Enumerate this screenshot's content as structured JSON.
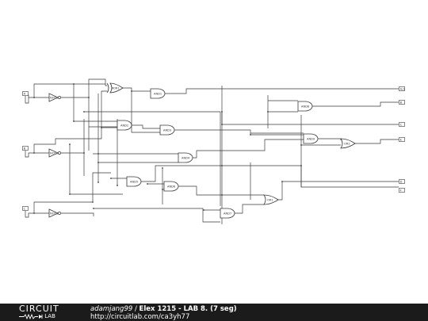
{
  "diagram": {
    "inputs": [
      {
        "id": "A",
        "label": "A"
      },
      {
        "id": "B",
        "label": "B"
      },
      {
        "id": "C",
        "label": "C"
      }
    ],
    "gates": [
      {
        "id": "NOT1",
        "type": "not",
        "label": "NOT1"
      },
      {
        "id": "NOT2",
        "type": "not",
        "label": "NOT2"
      },
      {
        "id": "NOT3",
        "type": "not",
        "label": "NOT3"
      },
      {
        "id": "XOR1",
        "type": "xor",
        "label": "XOR1"
      },
      {
        "id": "AND1",
        "type": "and",
        "label": "AND1"
      },
      {
        "id": "AND2",
        "type": "and",
        "label": "AND2"
      },
      {
        "id": "AND3",
        "type": "and",
        "label": "AND3"
      },
      {
        "id": "AND4",
        "type": "and",
        "label": "AND4"
      },
      {
        "id": "AND5",
        "type": "and",
        "label": "AND5"
      },
      {
        "id": "AND6",
        "type": "and",
        "label": "AND6"
      },
      {
        "id": "AND7",
        "type": "and",
        "label": "AND7"
      },
      {
        "id": "AND8",
        "type": "and",
        "label": "AND8"
      },
      {
        "id": "AND9",
        "type": "and",
        "label": "AND9"
      },
      {
        "id": "OR1",
        "type": "or",
        "label": "OR1"
      },
      {
        "id": "OR2",
        "type": "or",
        "label": "OR2"
      }
    ],
    "outputs": [
      {
        "id": "o1",
        "label": "A,G"
      },
      {
        "id": "o2",
        "label": "B"
      },
      {
        "id": "o3",
        "label": "C"
      },
      {
        "id": "o4",
        "label": "E"
      },
      {
        "id": "o5",
        "label": "D"
      },
      {
        "id": "o6",
        "label": "F"
      }
    ]
  },
  "footer": {
    "logo_top": "CIRCUIT",
    "logo_bottom": "LAB",
    "author": "adamjang99",
    "separator": " / ",
    "title": "Elex 1215 - LAB 8. (7 seg)",
    "url": "http://circuitlab.com/ca3yh77"
  }
}
